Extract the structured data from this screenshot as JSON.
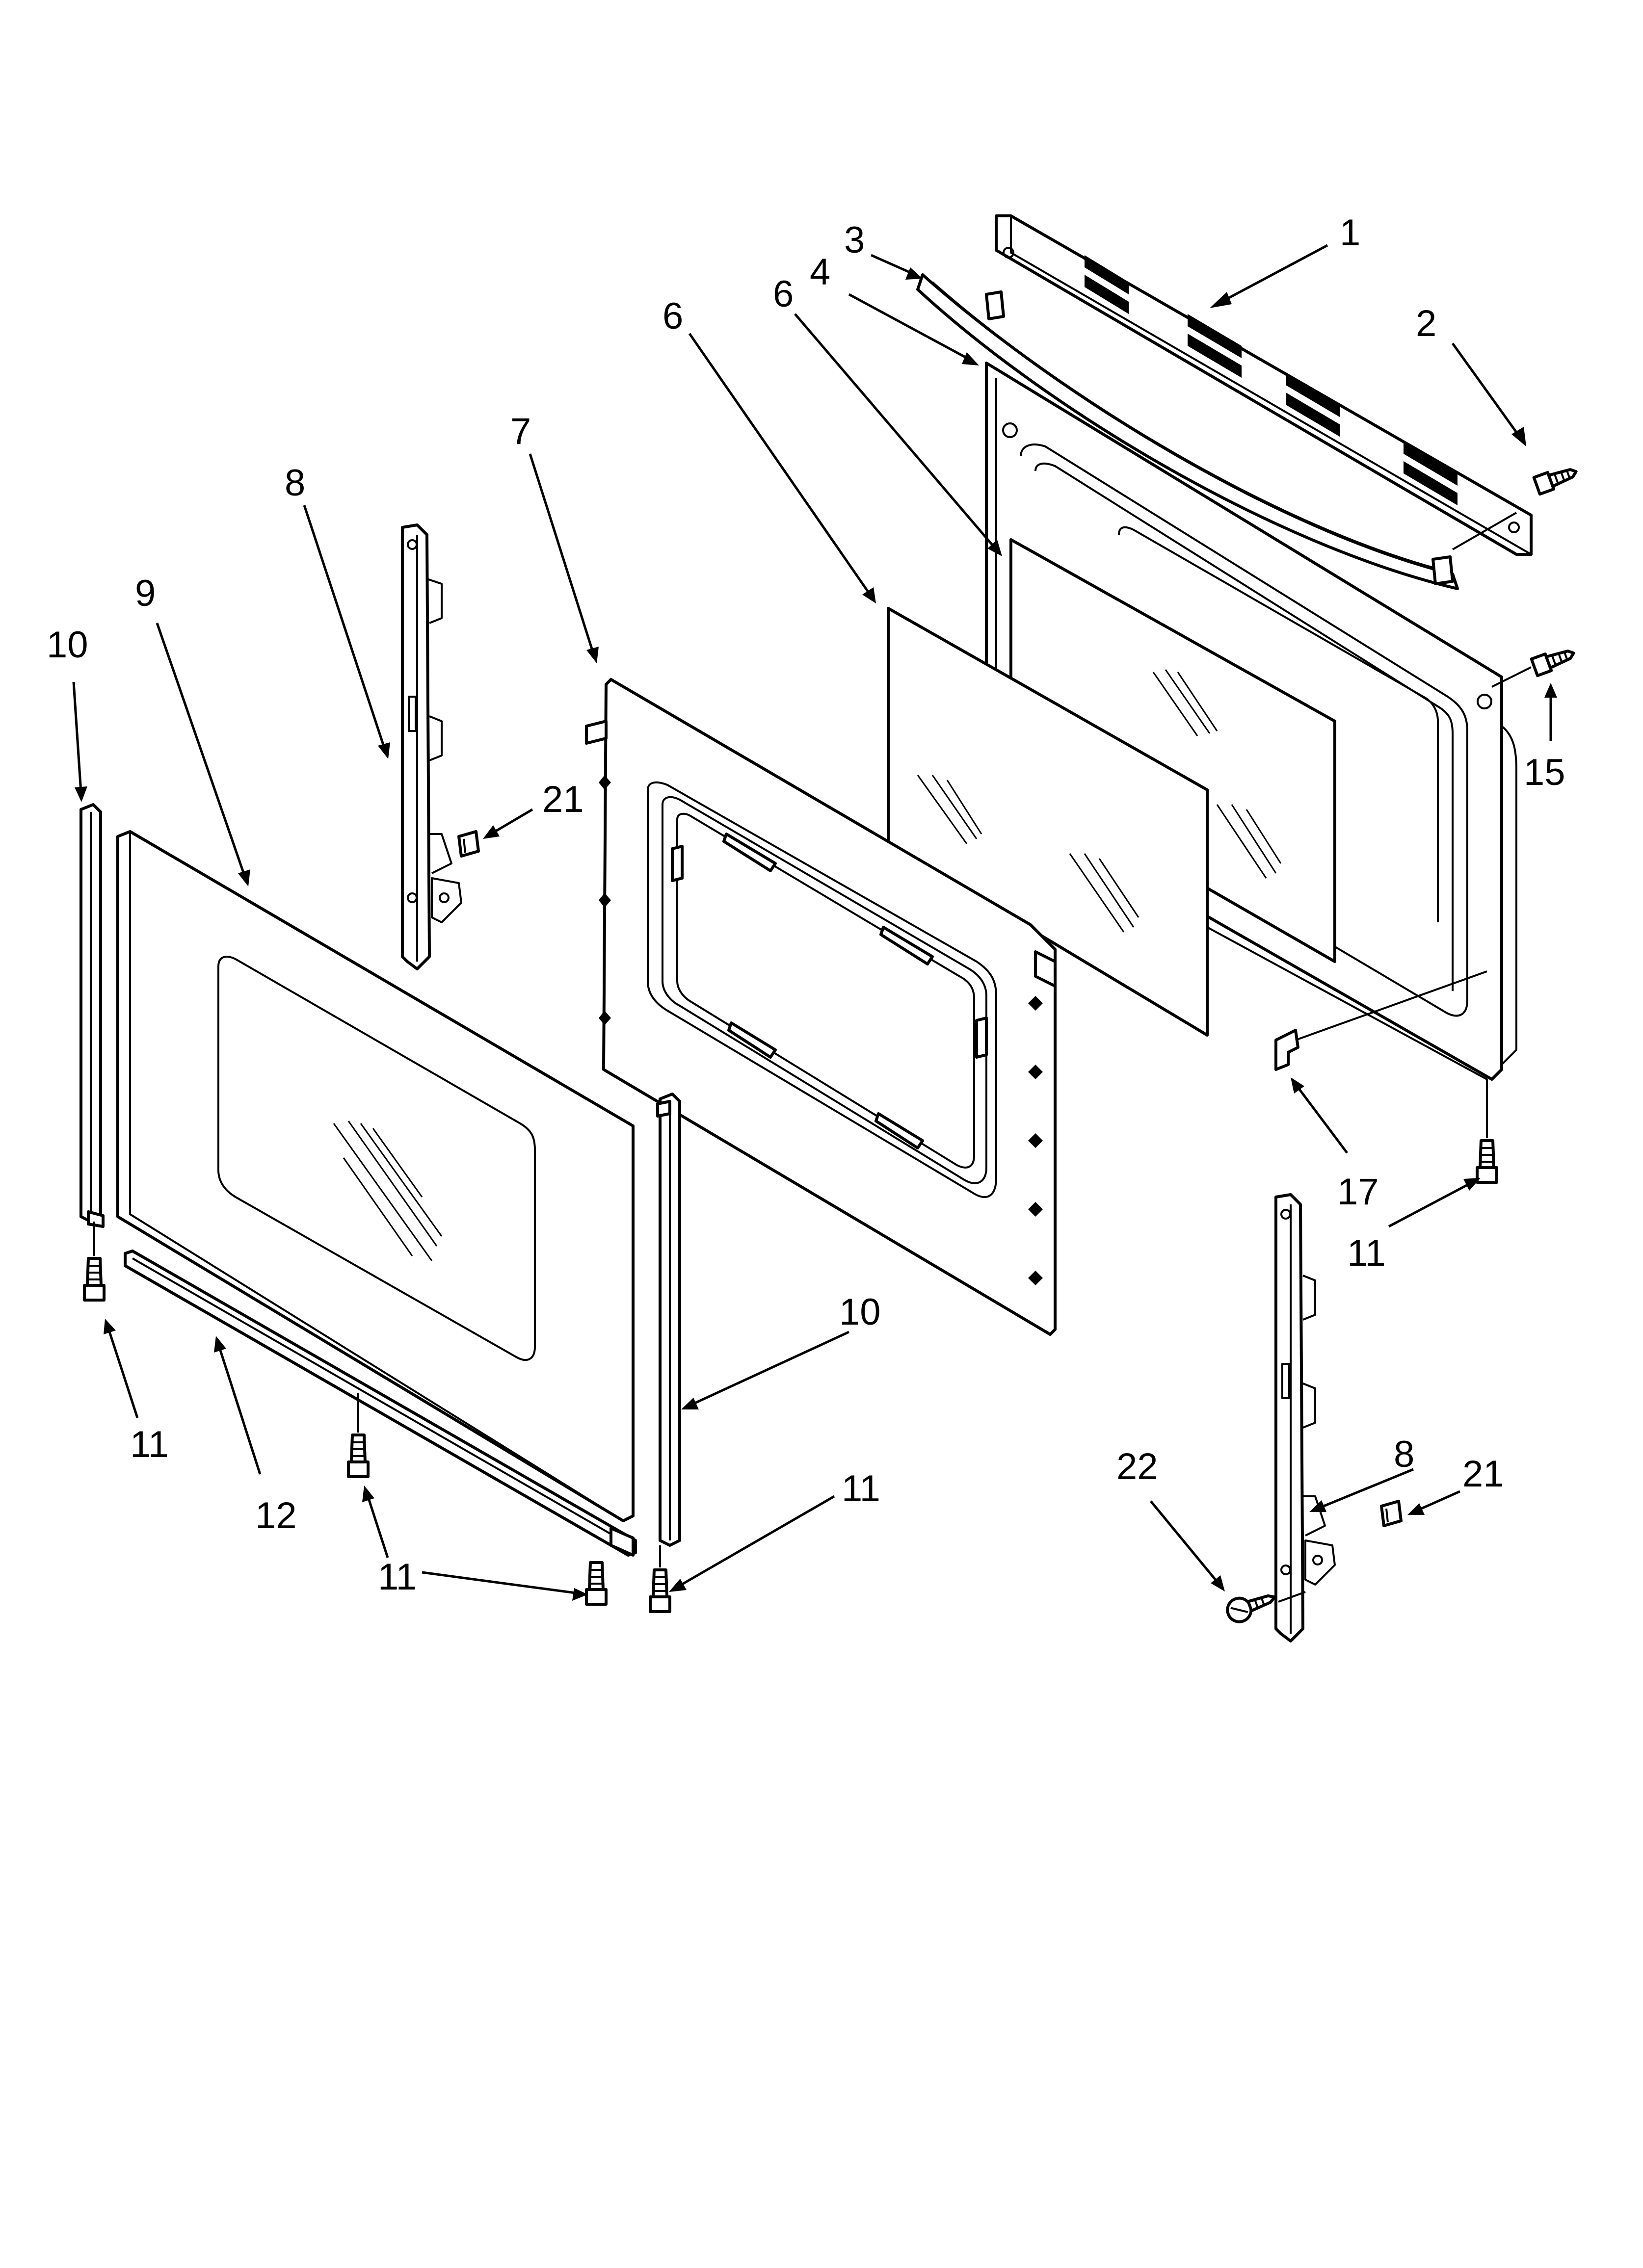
{
  "callouts": [
    {
      "id": "c1",
      "text": "1",
      "part": "vent-trim"
    },
    {
      "id": "c2",
      "text": "2",
      "part": "screw"
    },
    {
      "id": "c3",
      "text": "3",
      "part": "door-handle"
    },
    {
      "id": "c4",
      "text": "4",
      "part": "outer-door-panel"
    },
    {
      "id": "c6a",
      "text": "6",
      "part": "door-glass"
    },
    {
      "id": "c6b",
      "text": "6",
      "part": "door-glass"
    },
    {
      "id": "c7",
      "text": "7",
      "part": "inner-door-panel"
    },
    {
      "id": "c8a",
      "text": "8",
      "part": "hinge"
    },
    {
      "id": "c8b",
      "text": "8",
      "part": "hinge"
    },
    {
      "id": "c9",
      "text": "9",
      "part": "door-liner"
    },
    {
      "id": "c10a",
      "text": "10",
      "part": "side-trim"
    },
    {
      "id": "c10b",
      "text": "10",
      "part": "side-trim"
    },
    {
      "id": "c11a",
      "text": "11",
      "part": "screw"
    },
    {
      "id": "c11b",
      "text": "11",
      "part": "screw"
    },
    {
      "id": "c11c",
      "text": "11",
      "part": "screw"
    },
    {
      "id": "c11d",
      "text": "11",
      "part": "screw"
    },
    {
      "id": "c12",
      "text": "12",
      "part": "bottom-trim"
    },
    {
      "id": "c15",
      "text": "15",
      "part": "screw"
    },
    {
      "id": "c17",
      "text": "17",
      "part": "clip"
    },
    {
      "id": "c21a",
      "text": "21",
      "part": "clip"
    },
    {
      "id": "c21b",
      "text": "21",
      "part": "clip"
    },
    {
      "id": "c22",
      "text": "22",
      "part": "screw"
    }
  ]
}
